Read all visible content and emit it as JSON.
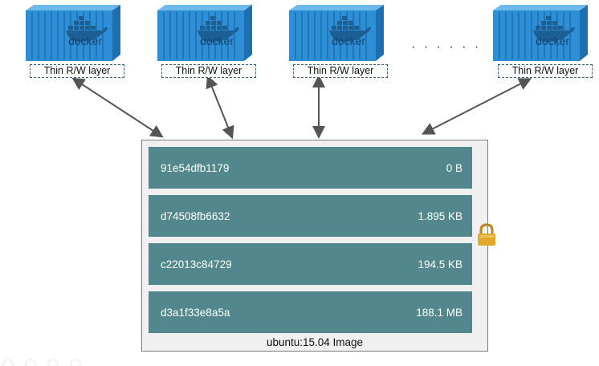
{
  "containers": [
    {
      "logo": "docker",
      "layer_label": "Thin R/W layer"
    },
    {
      "logo": "docker",
      "layer_label": "Thin R/W layer"
    },
    {
      "logo": "docker",
      "layer_label": "Thin R/W layer"
    },
    {
      "logo": "docker",
      "layer_label": "Thin R/W layer"
    }
  ],
  "ellipsis": "· · · · · ·",
  "image": {
    "name": "ubuntu:15.04 Image",
    "layers": [
      {
        "id": "91e54dfb1179",
        "size": "0 B"
      },
      {
        "id": "d74508fb6632",
        "size": "1.895 KB"
      },
      {
        "id": "c22013c84729",
        "size": "194.5 KB"
      },
      {
        "id": "d3a1f33e8a5a",
        "size": "188.1 MB"
      }
    ]
  },
  "colors": {
    "container": "#2e8fd6",
    "layer": "#52888d",
    "arrow": "#555555",
    "lock": "#e2a82e"
  },
  "icons": {
    "lock": "padlock-icon",
    "container": "shipping-container-icon"
  }
}
